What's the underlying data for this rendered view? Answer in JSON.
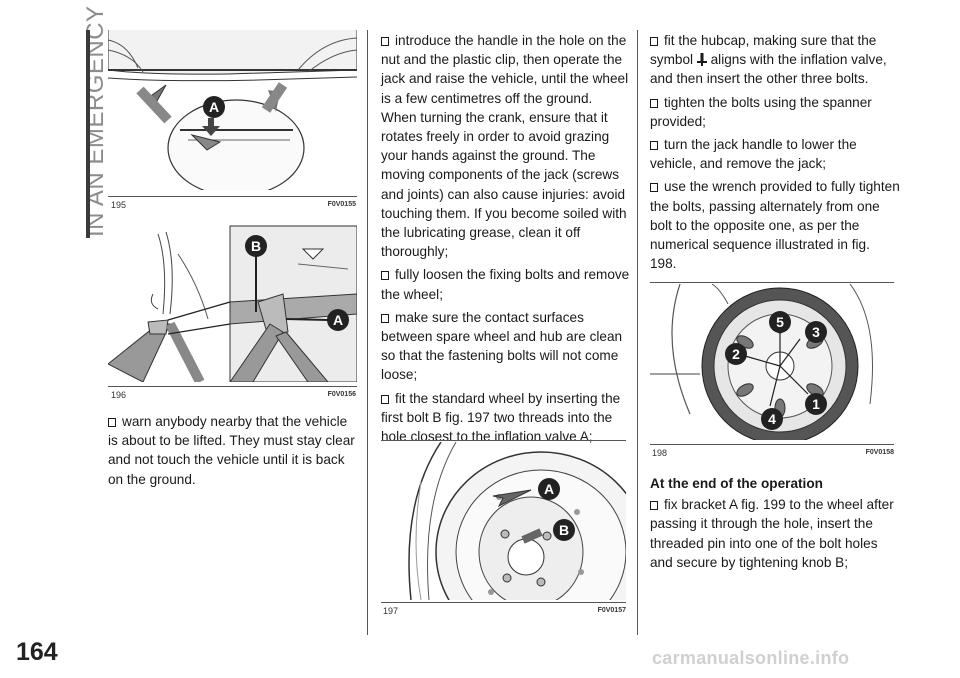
{
  "side_title": "IN AN EMERGENCY",
  "page_number": "164",
  "figures": {
    "f195": {
      "number": "195",
      "code": "F0V0155",
      "label_a": "A"
    },
    "f196": {
      "number": "196",
      "code": "F0V0156",
      "label_a": "A",
      "label_b": "B"
    },
    "f197": {
      "number": "197",
      "code": "F0V0157",
      "label_a": "A",
      "label_b": "B"
    },
    "f198": {
      "number": "198",
      "code": "F0V0158",
      "labels": [
        "1",
        "2",
        "3",
        "4",
        "5"
      ]
    }
  },
  "col1": {
    "p1": "warn anybody nearby that the vehicle is about to be lifted. They must stay clear and not touch the vehicle until it is back on the ground."
  },
  "col2": {
    "p1": "introduce the handle in the hole on the nut and the plastic clip, then operate the jack and raise the vehicle, until the wheel is a few centimetres off the ground. When turning the crank, ensure that it rotates freely in order to avoid grazing your hands against the ground. The moving components of the jack (screws and joints) can also cause injuries: avoid touching them. If you become soiled with the lubricating grease, clean it off thoroughly;",
    "p2": "fully loosen the fixing bolts and remove the wheel;",
    "p3": "make sure the contact surfaces between spare wheel and hub are clean so that the fastening bolts will not come loose;",
    "p4": "fit the standard wheel by inserting the first bolt B fig. 197 two threads into the hole closest to the inflation valve A;"
  },
  "col3": {
    "p1a": "fit the hubcap, making sure that the symbol",
    "p1b": "aligns with the inflation valve, and then insert the other three bolts.",
    "p2": "tighten the bolts using the spanner provided;",
    "p3": "turn the jack handle to lower the vehicle, and remove the jack;",
    "p4": "use the wrench provided to fully tighten the bolts, passing alternately from one bolt to the opposite one, as per the numerical sequence illustrated in fig. 198.",
    "heading": "At the end of the operation",
    "p5": "fix bracket A fig. 199 to the wheel after passing it through the hole, insert the threaded pin into one of the bolt holes and secure by tightening knob B;"
  },
  "watermark": "carmanualsonline.info"
}
